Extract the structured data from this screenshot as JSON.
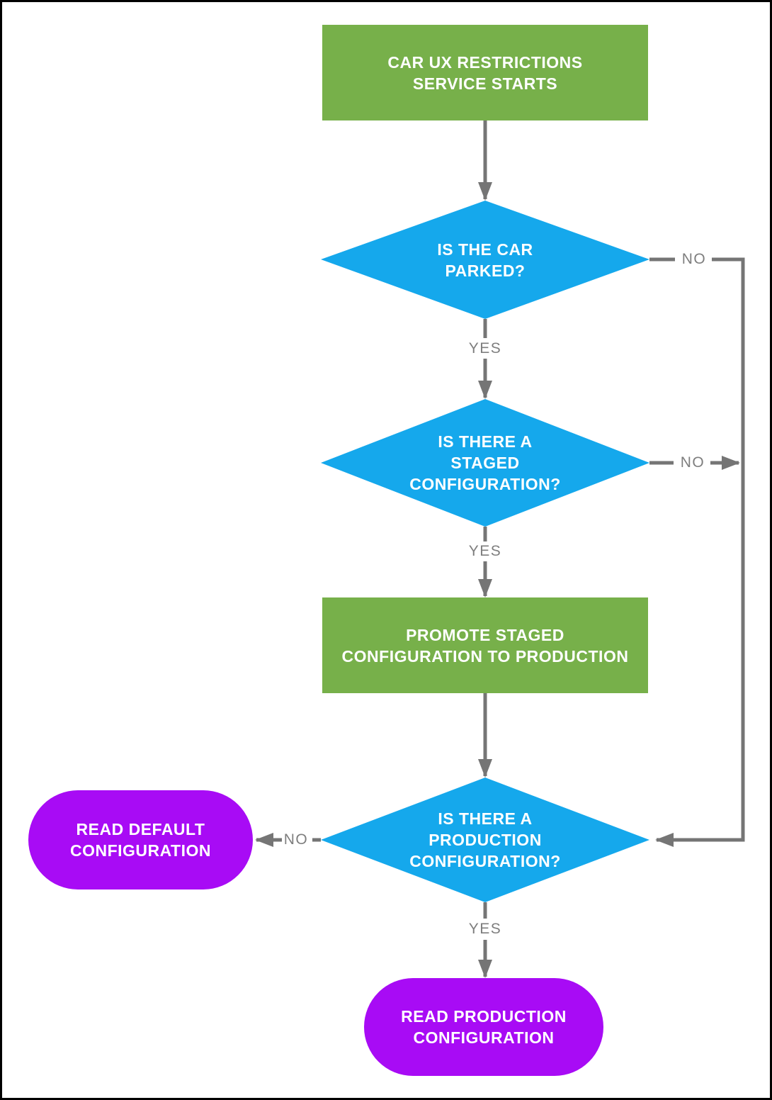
{
  "diagram": {
    "type": "flowchart",
    "colors": {
      "process_green": "#77B04A",
      "decision_blue": "#15A8EC",
      "terminal_purple": "#A80BF5",
      "connector_gray": "#757575",
      "label_gray": "#7E7E7E",
      "node_text": "#FFFFFF",
      "background": "#FFFFFF",
      "frame": "#000000"
    },
    "nodes": {
      "start": {
        "type": "process",
        "label": "CAR UX RESTRICTIONS\nSERVICE STARTS"
      },
      "is_parked": {
        "type": "decision",
        "label": "IS THE CAR\nPARKED?"
      },
      "has_staged": {
        "type": "decision",
        "label": "IS THERE A\nSTAGED\nCONFIGURATION?"
      },
      "promote": {
        "type": "process",
        "label": "PROMOTE STAGED\nCONFIGURATION TO PRODUCTION"
      },
      "has_production": {
        "type": "decision",
        "label": "IS THERE A\nPRODUCTION\nCONFIGURATION?"
      },
      "read_default": {
        "type": "terminal",
        "label": "READ DEFAULT\nCONFIGURATION"
      },
      "read_production": {
        "type": "terminal",
        "label": "READ PRODUCTION\nCONFIGURATION"
      }
    },
    "edge_labels": {
      "parked_no": "NO",
      "parked_yes": "YES",
      "staged_no": "NO",
      "staged_yes": "YES",
      "production_no": "NO",
      "production_yes": "YES"
    },
    "flow_summary": [
      "start -> is_parked",
      "is_parked -NO-> has_production (via right rail)",
      "is_parked -YES-> has_staged",
      "has_staged -NO-> right rail -> has_production",
      "has_staged -YES-> promote",
      "promote -> has_production",
      "has_production -NO-> read_default",
      "has_production -YES-> read_production"
    ]
  }
}
